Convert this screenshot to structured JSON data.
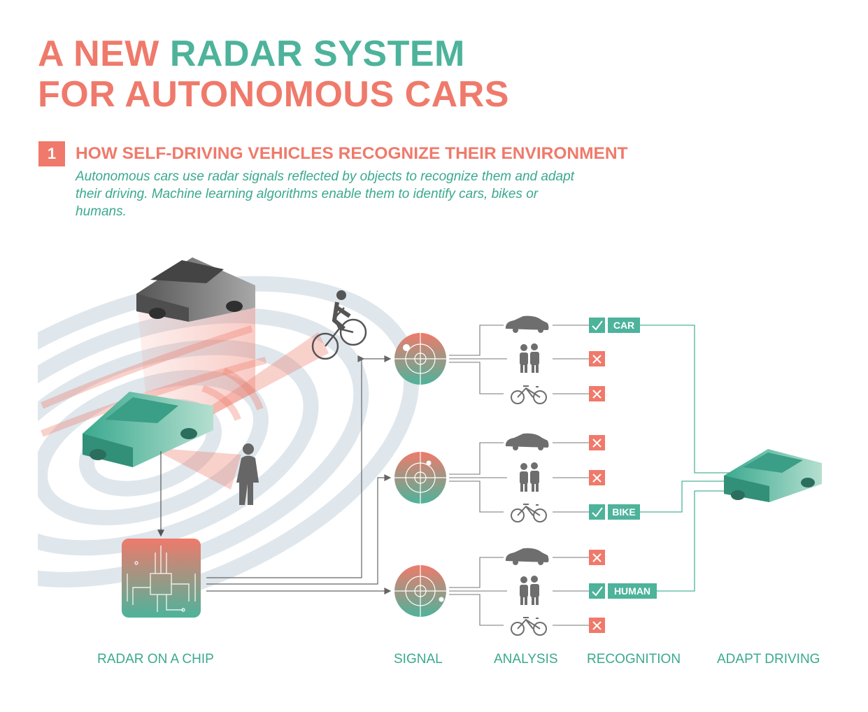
{
  "title": {
    "line1_part1": "A NEW",
    "line1_part2": "RADAR SYSTEM",
    "line2": "FOR AUTONOMOUS CARS"
  },
  "section": {
    "number": "1",
    "heading": "HOW SELF-DRIVING VEHICLES RECOGNIZE THEIR ENVIRONMENT",
    "description": "Autonomous cars use radar signals reflected by objects to recognize them and adapt their driving. Machine learning algorithms enable them to identify cars, bikes or humans."
  },
  "stages": {
    "radar_on_chip": "RADAR ON A CHIP",
    "signal": "SIGNAL",
    "analysis": "ANALYSIS",
    "recognition": "RECOGNITION",
    "adapt_driving": "ADAPT DRIVING"
  },
  "results": {
    "row1": "CAR",
    "row2": "BIKE",
    "row3": "HUMAN"
  },
  "colors": {
    "coral": "#ef7a6b",
    "teal": "#4db39b",
    "gray": "#6e6e6e",
    "ring": "#dbe4ea"
  }
}
